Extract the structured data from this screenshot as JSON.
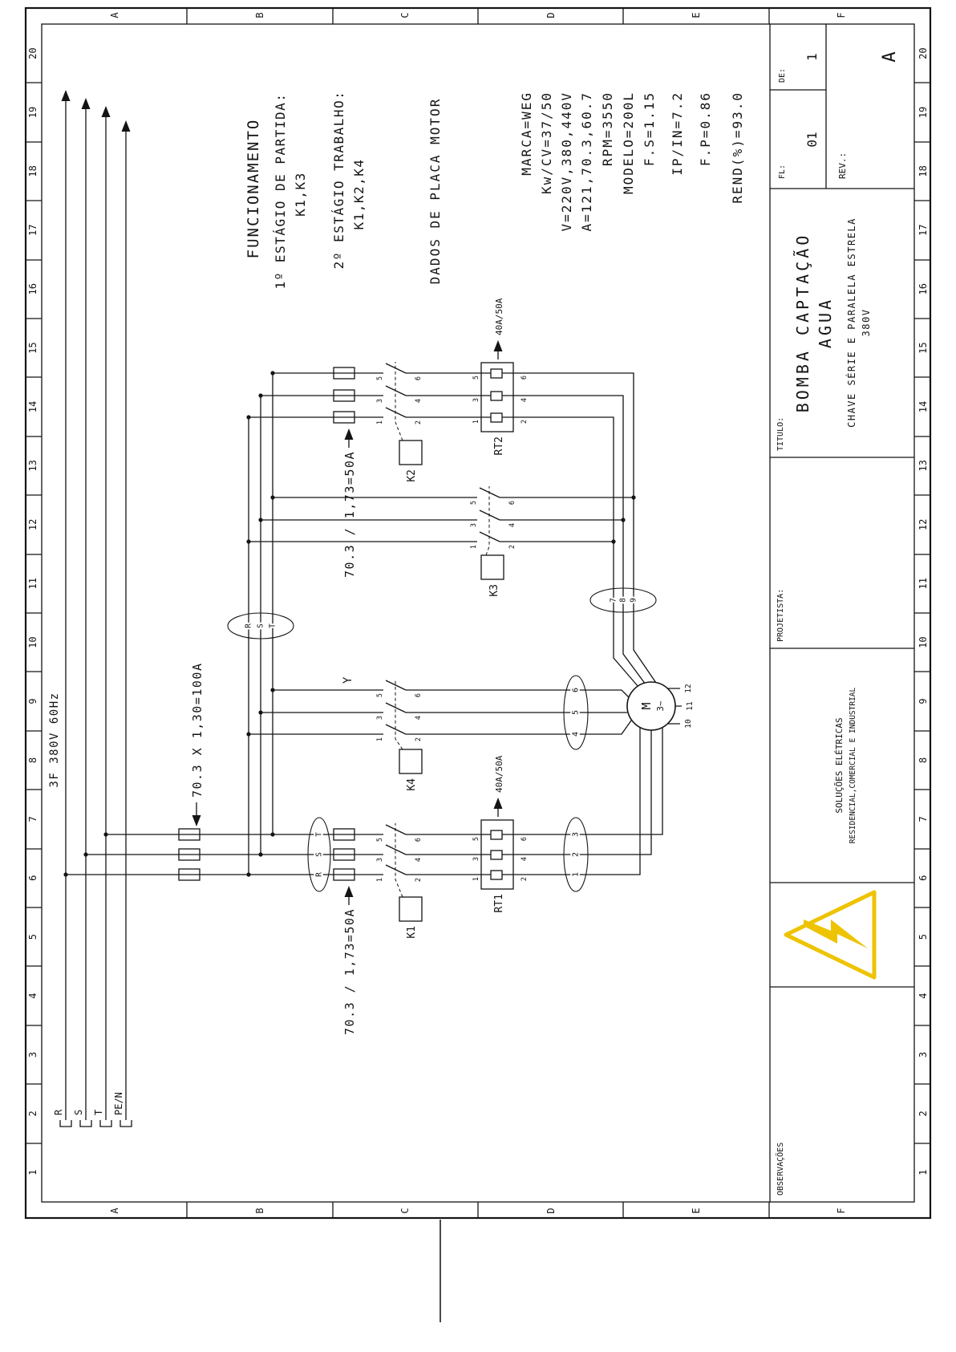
{
  "grid": {
    "numbers": [
      "1",
      "2",
      "3",
      "4",
      "5",
      "6",
      "7",
      "8",
      "9",
      "10",
      "11",
      "12",
      "13",
      "14",
      "15",
      "16",
      "17",
      "18",
      "19",
      "20"
    ],
    "letters": [
      "A",
      "B",
      "C",
      "D",
      "E",
      "F"
    ]
  },
  "title_block": {
    "observacoes_label": "OBSERVAÇÕES",
    "company_line1": "SOLUÇÕES ELÉTRICAS",
    "company_line2": "RESIDENCIAL,COMERCIAL E INDUSTRIAL",
    "projetista_label": "PROJETISTA:",
    "titulo_label": "TITULO:",
    "title_line1": "BOMBA CAPTAÇÃO",
    "title_line2": "AGUA",
    "subtitle_line1": "CHAVE SÉRIE E PARALELA ESTRELA",
    "subtitle_line2": "380V",
    "fl_label": "FL:",
    "fl_value": "01",
    "de_label": "DE:",
    "de_value": "1",
    "rev_label": "REV.:",
    "rev_value": "A"
  },
  "notes": {
    "funcionamento_title": "FUNCIONAMENTO",
    "stage1_label": "1º ESTÁGIO DE PARTIDA:",
    "stage1_value": "K1,K3",
    "stage2_label": "2º ESTÁGIO TRABALHO:",
    "stage2_value": "K1,K2,K4",
    "plate_title": "DADOS DE PLACA MOTOR",
    "plate_lines": [
      "MARCA=WEG",
      "Kw/CV=37/50",
      "V=220V,380,440V",
      "A=121,70.3,60.7",
      "RPM=3550",
      "MODELO=200L",
      "F.S=1.15",
      "IP/IN=7.2",
      "F.P=0.86",
      "REND(%)=93.0"
    ]
  },
  "schematic": {
    "supply": {
      "label": "3F 380V 60Hz",
      "phases": [
        "R",
        "S",
        "T",
        "PE/N"
      ]
    },
    "fuses": {
      "main_calc": "70.3 X 1,30=100A",
      "branch_calc": "70.3 / 1,73=50A"
    },
    "relays": {
      "rt1": "RT1",
      "rt2": "RT2",
      "setting": "40A/50A"
    },
    "contactors": {
      "k1": "K1",
      "k2": "K2",
      "k3": "K3",
      "k4": "K4",
      "star": "Y"
    },
    "poles": {
      "top": [
        "1",
        "3",
        "5"
      ],
      "bottom": [
        "2",
        "4",
        "6"
      ]
    },
    "terminals": {
      "t123": [
        "1",
        "2",
        "3"
      ],
      "t456": [
        "4",
        "5",
        "6"
      ],
      "t789": [
        "7",
        "8",
        "9"
      ],
      "t101112": [
        "10",
        "11",
        "12"
      ]
    },
    "rst": [
      "R",
      "S",
      "T"
    ],
    "motor": {
      "m": "M",
      "phase": "3~"
    }
  }
}
